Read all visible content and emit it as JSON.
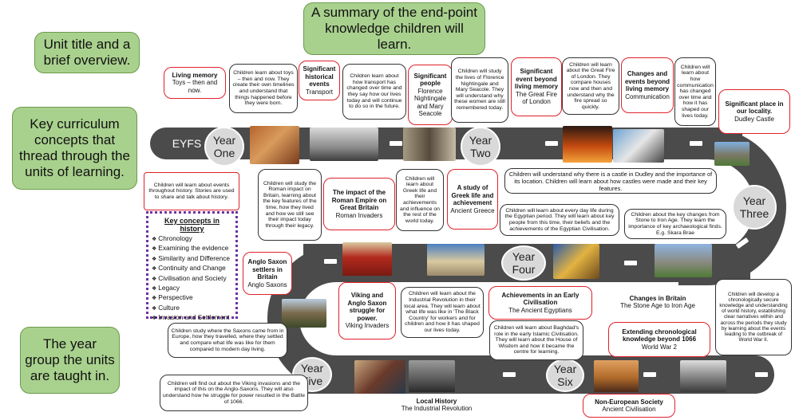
{
  "callouts": {
    "summary": "A summary of the end-point knowledge children will learn.",
    "unit_title": "Unit title and a brief overview.",
    "key_concepts": "Key curriculum concepts that thread through the units of learning.",
    "year_group": "The year group the units are taught in."
  },
  "stages": {
    "eyfs": "EYFS",
    "year_one": "Year One",
    "year_two": "Year Two",
    "year_three": "Year Three",
    "year_four": "Year Four",
    "year_five": "Year Five",
    "year_six": "Year Six"
  },
  "units": {
    "living_memory": {
      "title": "Living memory",
      "subtitle": "Toys – then and now."
    },
    "historical_events": {
      "title": "Significant historical events",
      "subtitle": "Transport"
    },
    "significant_people": {
      "title": "Significant people",
      "subtitle": "Florence Nightingale and Mary Seacole"
    },
    "great_fire": {
      "title": "Significant event beyond living memory",
      "subtitle": "The Great Fire of London"
    },
    "changes_beyond": {
      "title": "Changes and events beyond living memory",
      "subtitle": "Communication"
    },
    "locality": {
      "title": "Significant place in our locality.",
      "subtitle": "Dudley Castle"
    },
    "roman": {
      "title": "The impact of the Roman Empire on Great Britain",
      "subtitle": "Roman Invaders"
    },
    "greek": {
      "title": "A study of Greek life and achievement",
      "subtitle": "Ancient Greece"
    },
    "egypt": {
      "title": "Achievements in an Early Civilisation",
      "subtitle": "The Ancient Egyptians"
    },
    "stone_age": {
      "title": "Changes in Britain",
      "subtitle": "The Stone Age to Iron Age"
    },
    "anglo_saxon": {
      "title": "Anglo Saxon settlers in Britain",
      "subtitle": "Anglo Saxons"
    },
    "viking": {
      "title": "Viking and Anglo Saxon struggle for power.",
      "subtitle": "Viking Invaders"
    },
    "ww2": {
      "title": "Extending chronological knowledge beyond 1066",
      "subtitle": "World War 2"
    },
    "local_history": {
      "title": "Local History",
      "subtitle": "The Industrial Revolution"
    },
    "non_european": {
      "title": "Non-European Society",
      "subtitle": "Ancient Civilisation"
    }
  },
  "descriptions": {
    "toys": "Children learn about toys – then and now. They create their own timelines and understand that things happened before they were born.",
    "transport": "Children learn about how transport has changed over time and they say how our lives today and will continue to do so in the future.",
    "nightingale": "Children will study the lives of Florence Nightingale and Mary Seacole. They will understand why these women are still remembered today.",
    "fire": "Children will learn about the Great Fire of London. They compare houses now and then and understand why the fire spread so quickly.",
    "communication": "Children will learn about how communication has changed over time and how it has shaped our lives today.",
    "eyfs": "Children will learn about events throughout history. Stories are used to share and talk about history.",
    "roman": "Children will study the Roman impact on Britain, learning about the key features of the time, how they lived and how we still see their impact today through their legacy.",
    "greek": "Children will learn about Greek life and their achievements and influence on the rest of the world today.",
    "castle": "Children will understand why there is a castle in Dudley and the importance of its location. Children will learn about how castles were made and their key features.",
    "egypt": "Children will learn about every day life during the Egyptian period. They will learn about key people from this time, their beliefs and the achievements of the Egyptian Civilisation.",
    "stone": "Children about the key changes from Stone to Iron Age. They learn the importance of key archaeological finds. E.g. Skara Brae",
    "industrial": "Children will learn about the Industrial Revolution in their local area. They will learn about what life was like in 'The Black Country' for workers and for children and how it has shaped our lives today.",
    "baghdad": "Children will learn about Baghdad's role in the early Islamic Civilisation. They will learn about the House of Wisdom and how it became the centre for learning.",
    "chrono": "Children will develop a chronologically secure knowledge and understanding of world history, establishing clear narratives within and across the periods they study by learning about the events leading to the outbreak of World War II.",
    "saxon": "Children study where the Saxons came from in Europe, how they travelled, where they settled and compare what life was like for them compared to modern day living.",
    "viking": "Children will find out about the Viking invasions and the impact of this on the Anglo-Saxons. They will also understand how he struggle for power resulted in the Battle of 1066."
  },
  "key_concepts": {
    "heading": "Key concepts in history",
    "items": [
      "Chronology",
      "Examining the evidence",
      "Similarity and Difference",
      "Continuity and Change",
      "Civilisation and Society",
      "Legacy",
      "Perspective",
      "Culture",
      "Invasion and Settlement"
    ]
  },
  "colors": {
    "callout_fill": "#a9d18e",
    "road": "#4b4b4b",
    "unit_border": "#e0212b",
    "concept_border": "#7030a0"
  }
}
